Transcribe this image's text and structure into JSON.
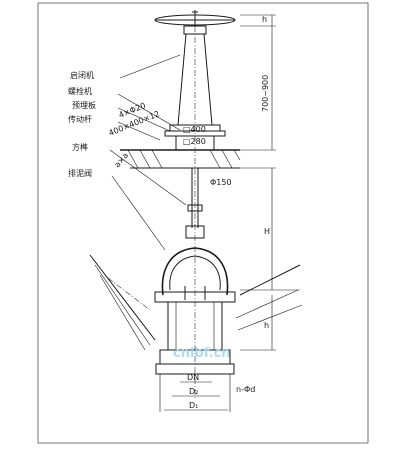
{
  "labels": {
    "handwheel_device": "启闭机",
    "screw_hoist": "螺栓机",
    "embedded_plate": "预埋板",
    "drive_rod": "传动杆",
    "square_post": "方榫",
    "drain_valve": "排泥阀",
    "bolt_spec": "4×Φ20",
    "plate_spec": "400×400×12",
    "square_spec": "a×a",
    "box_400": "□400",
    "box_280": "□280",
    "phi150": "Φ150",
    "dim_height_range": "700~900",
    "dim_H": "H",
    "dim_h_top": "h",
    "dim_h_bottom": "h",
    "dim_DN": "DN",
    "dim_D2": "D₂",
    "dim_D1": "D₁",
    "dim_holes": "n-Φd"
  },
  "watermark": "cnlbf.cn",
  "colors": {
    "line": "#1a1a1a",
    "watermark": "#9fd6ee"
  }
}
